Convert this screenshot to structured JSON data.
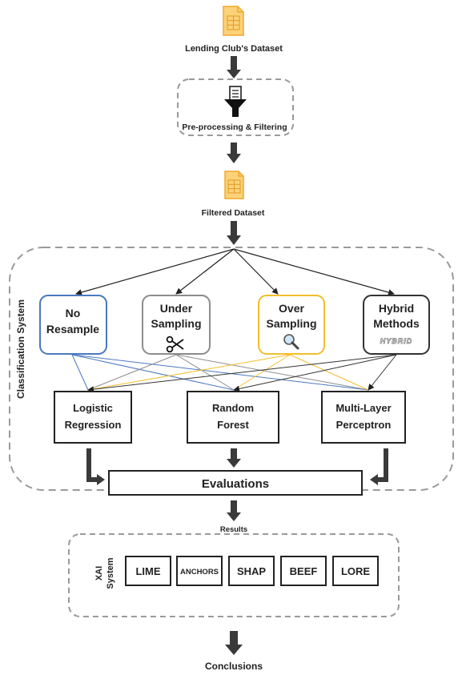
{
  "input": {
    "dataset_label": "Lending Club's Dataset",
    "icon": "spreadsheet-icon"
  },
  "preprocessing": {
    "label": "Pre-processing & Filtering",
    "icon": "filter-funnel-icon"
  },
  "filtered": {
    "label": "Filtered Dataset",
    "icon": "spreadsheet-icon"
  },
  "classification": {
    "label": "Classification System",
    "resampling": [
      {
        "line1": "No",
        "line2": "Resample",
        "color": "#4a78c0",
        "icon": ""
      },
      {
        "line1": "Under",
        "line2": "Sampling",
        "color": "#8c8c8c",
        "icon": "scissors-icon"
      },
      {
        "line1": "Over",
        "line2": "Sampling",
        "color": "#f2be2d",
        "icon": "magnifier-icon"
      },
      {
        "line1": "Hybrid",
        "line2": "Methods",
        "color": "#333333",
        "icon": "hybrid-logo",
        "logo_text": "HYBRID"
      }
    ],
    "models": [
      {
        "line1": "Logistic",
        "line2": "Regression"
      },
      {
        "line1": "Random",
        "line2": "Forest"
      },
      {
        "line1": "Multi-Layer",
        "line2": "Perceptron"
      }
    ],
    "evaluations_label": "Evaluations"
  },
  "results_label": "Results",
  "xai": {
    "label_line1": "XAI",
    "label_line2": "System",
    "methods": [
      "LIME",
      "ANCHORS",
      "SHAP",
      "BEEF",
      "LORE"
    ]
  },
  "conclusions_label": "Conclusions",
  "colors": {
    "file_icon": "#f5b335",
    "arrow": "#3a3a3a",
    "dashed_border": "#9a9a9a"
  }
}
